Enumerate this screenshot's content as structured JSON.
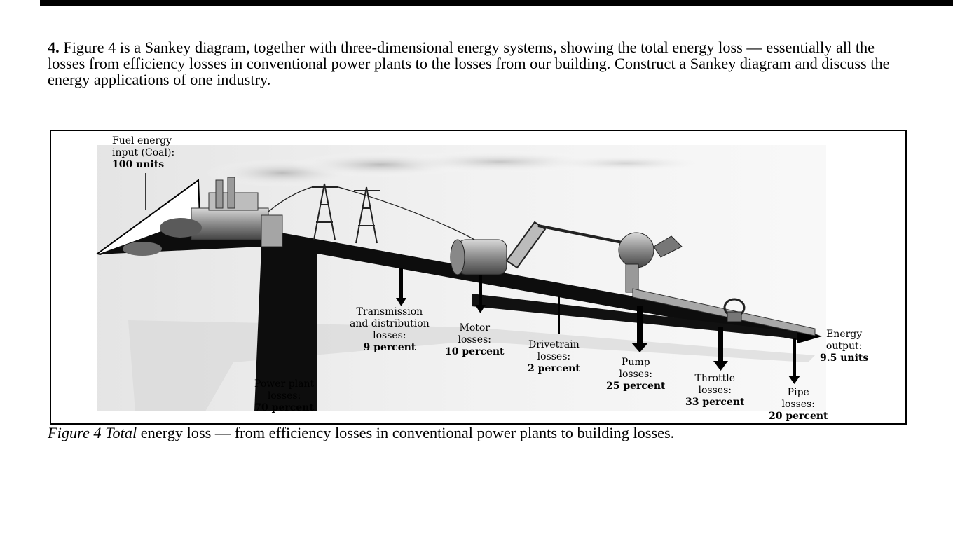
{
  "question": {
    "number": "4.",
    "text": "Figure 4 is a Sankey diagram, together with three-dimensional energy systems, showing the total energy loss — essentially all the losses from efficiency losses in conventional power plants to the losses from our building. Construct a Sankey diagram and discuss the energy applications of one industry."
  },
  "figure": {
    "input": {
      "line1": "Fuel energy",
      "line2": "input (Coal):",
      "value": "100 units"
    },
    "output": {
      "line1": "Energy",
      "line2": "output:",
      "value": "9.5 units"
    },
    "losses": [
      {
        "line1": "Power plant",
        "line2": "losses:",
        "value": "70 percent"
      },
      {
        "line1": "Transmission",
        "line1b": "and distribution",
        "line2": "losses:",
        "value": "9 percent"
      },
      {
        "line1": "Motor",
        "line2": "losses:",
        "value": "10 percent"
      },
      {
        "line1": "Drivetrain",
        "line2": "losses:",
        "value": "2 percent"
      },
      {
        "line1": "Pump",
        "line2": "losses:",
        "value": "25 percent"
      },
      {
        "line1": "Throttle",
        "line2": "losses:",
        "value": "33 percent"
      },
      {
        "line1": "Pipe",
        "line2": "losses:",
        "value": "20 percent"
      }
    ]
  },
  "caption": {
    "italic": "Figure 4 Total",
    "text": " energy loss — from efficiency losses in conventional power plants to building losses."
  }
}
